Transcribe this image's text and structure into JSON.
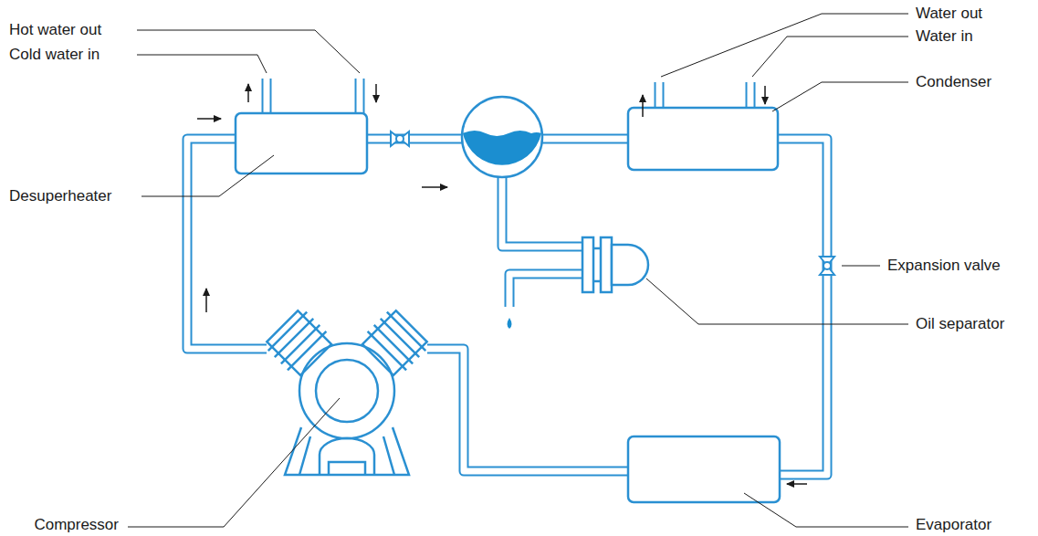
{
  "diagram": {
    "labels": [
      "Hot water out",
      "Cold water in",
      "Water out",
      "Water in",
      "Condenser",
      "Desuperheater",
      "Expansion valve",
      "Oil separator",
      "Compressor",
      "Evaporator"
    ]
  }
}
